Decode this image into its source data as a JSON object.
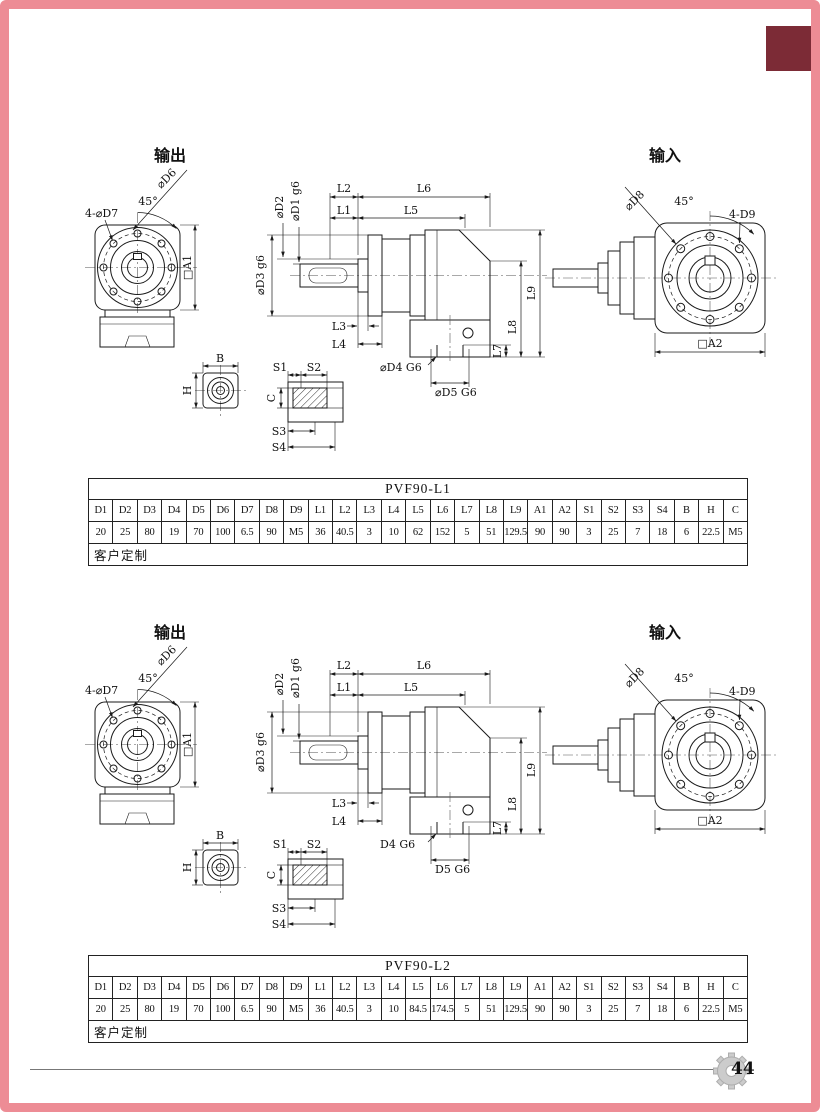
{
  "page": {
    "number": "44",
    "frame_color": "#ED8C95",
    "tab_color": "#7C2B36"
  },
  "sections": [
    {
      "output_label": "输出",
      "input_label": "输入",
      "labels": {
        "d6": "⌀D6",
        "angle_out": "45°",
        "d7": "4-⌀D7",
        "a1": "□A1",
        "l1": "L1",
        "l2": "L2",
        "l5": "L5",
        "l6": "L6",
        "d2": "⌀D2",
        "d1": "⌀D1 g6",
        "d3": "⌀D3 g6",
        "l3": "L3",
        "l4": "L4",
        "d4": "⌀D4 G6",
        "d5": "⌀D5 G6",
        "l7": "L7",
        "l8": "L8",
        "l9": "L9",
        "d8": "⌀D8",
        "angle_in": "45°",
        "d9": "4-D9",
        "a2": "□A2",
        "b": "B",
        "h": "H",
        "c": "C",
        "s1": "S1",
        "s2": "S2",
        "s3": "S3",
        "s4": "S4"
      },
      "table": {
        "title": "PVF90-L1",
        "headers": [
          "D1",
          "D2",
          "D3",
          "D4",
          "D5",
          "D6",
          "D7",
          "D8",
          "D9",
          "L1",
          "L2",
          "L3",
          "L4",
          "L5",
          "L6",
          "L7",
          "L8",
          "L9",
          "A1",
          "A2",
          "S1",
          "S2",
          "S3",
          "S4",
          "B",
          "H",
          "C"
        ],
        "values": [
          "20",
          "25",
          "80",
          "19",
          "70",
          "100",
          "6.5",
          "90",
          "M5",
          "36",
          "40.5",
          "3",
          "10",
          "62",
          "152",
          "5",
          "51",
          "129.5",
          "90",
          "90",
          "3",
          "25",
          "7",
          "18",
          "6",
          "22.5",
          "M5"
        ],
        "note": "客户定制"
      }
    },
    {
      "output_label": "输出",
      "input_label": "输入",
      "labels": {
        "d6": "⌀D6",
        "angle_out": "45°",
        "d7": "4-⌀D7",
        "a1": "□A1",
        "l1": "L1",
        "l2": "L2",
        "l5": "L5",
        "l6": "L6",
        "d2": "⌀D2",
        "d1": "⌀D1 g6",
        "d3": "⌀D3 g6",
        "l3": "L3",
        "l4": "L4",
        "d4": "D4 G6",
        "d5": "D5 G6",
        "l7": "L7",
        "l8": "L8",
        "l9": "L9",
        "d8": "⌀D8",
        "angle_in": "45°",
        "d9": "4-D9",
        "a2": "□A2",
        "b": "B",
        "h": "H",
        "c": "C",
        "s1": "S1",
        "s2": "S2",
        "s3": "S3",
        "s4": "S4"
      },
      "table": {
        "title": "PVF90-L2",
        "headers": [
          "D1",
          "D2",
          "D3",
          "D4",
          "D5",
          "D6",
          "D7",
          "D8",
          "D9",
          "L1",
          "L2",
          "L3",
          "L4",
          "L5",
          "L6",
          "L7",
          "L8",
          "L9",
          "A1",
          "A2",
          "S1",
          "S2",
          "S3",
          "S4",
          "B",
          "H",
          "C"
        ],
        "values": [
          "20",
          "25",
          "80",
          "19",
          "70",
          "100",
          "6.5",
          "90",
          "M5",
          "36",
          "40.5",
          "3",
          "10",
          "84.5",
          "174.5",
          "5",
          "51",
          "129.5",
          "90",
          "90",
          "3",
          "25",
          "7",
          "18",
          "6",
          "22.5",
          "M5"
        ],
        "note": "客户定制"
      }
    }
  ]
}
